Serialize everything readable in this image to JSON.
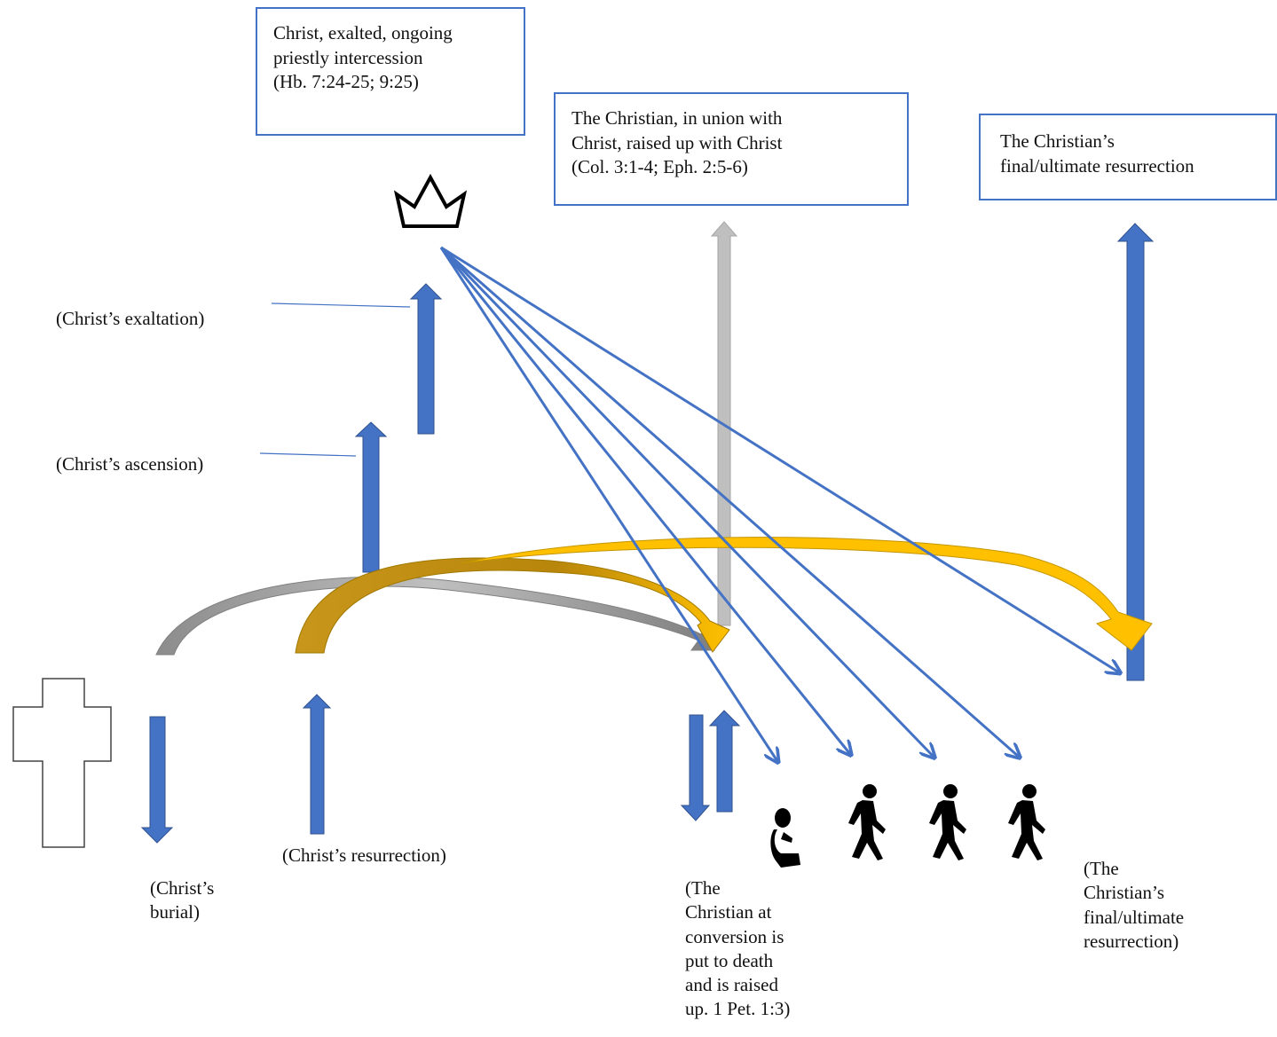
{
  "boxes": {
    "exalted": {
      "line1": "Christ, exalted, ongoing",
      "line2": "priestly intercession",
      "line3": "(Hb. 7:24-25; 9:25)"
    },
    "union": {
      "line1": "The Christian, in union with",
      "line2": "Christ, raised up with Christ",
      "line3": "(Col. 3:1-4; Eph. 2:5-6)"
    },
    "final": {
      "line1": "The Christian’s",
      "line2": "final/ultimate resurrection"
    }
  },
  "labels": {
    "exaltation": "(Christ’s exaltation)",
    "ascension": "(Christ’s ascension)",
    "burial": {
      "line1": "(Christ’s",
      "line2": "burial)"
    },
    "resurrection": "(Christ’s resurrection)",
    "conversion": {
      "line1": "(The",
      "line2": "Christian at",
      "line3": "conversion is",
      "line4": "put to death",
      "line5": "and is raised",
      "line6": "up. 1 Pet. 1:3)"
    },
    "final_resurrection": {
      "line1": "(The",
      "line2": "Christian’s",
      "line3": "final/ultimate",
      "line4": "resurrection)"
    }
  },
  "icons": [
    "crown-icon",
    "cross-icon",
    "kneeling-person-icon",
    "walking-person-icon"
  ],
  "colors": {
    "blue": "#4472c4",
    "gold": "#c9961a",
    "gray": "#a6a6a6",
    "box_border": "#4472c4"
  }
}
